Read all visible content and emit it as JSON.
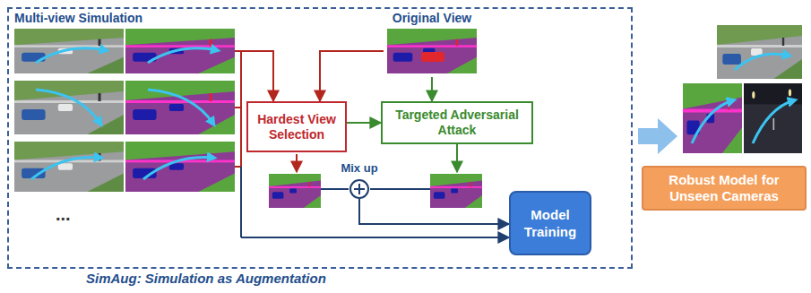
{
  "diagram": {
    "nodes": [
      {
        "text": [
          "SimAug: Simulation as Augmentation"
        ]
      },
      {
        "text": [
          "Multi-view Simulation"
        ],
        "in": 0
      },
      {
        "text": [
          "Original View"
        ],
        "in": 0
      },
      {
        "text": [
          "Hardest View Selection"
        ],
        "in": 0
      },
      {
        "text": [
          "Targeted Adversarial Attack"
        ],
        "in": 0
      },
      {
        "text": [
          "Mix up"
        ],
        "in": 0
      },
      {
        "text": [
          "Model Training"
        ],
        "in": 0
      },
      {
        "text": [
          "Robust Model for Unseen Cameras"
        ]
      }
    ],
    "edges": [
      {
        "from": 1,
        "to": 3,
        "arrow": "to"
      },
      {
        "from": 2,
        "to": 3,
        "arrow": "to"
      },
      {
        "from": 2,
        "to": 4,
        "arrow": "to"
      },
      {
        "from": 3,
        "to": 4,
        "arrow": "to"
      },
      {
        "from": 1,
        "to": 6,
        "arrow": "to"
      },
      {
        "from": 5,
        "to": 6,
        "arrow": "to"
      }
    ],
    "labels": [
      "..."
    ]
  }
}
